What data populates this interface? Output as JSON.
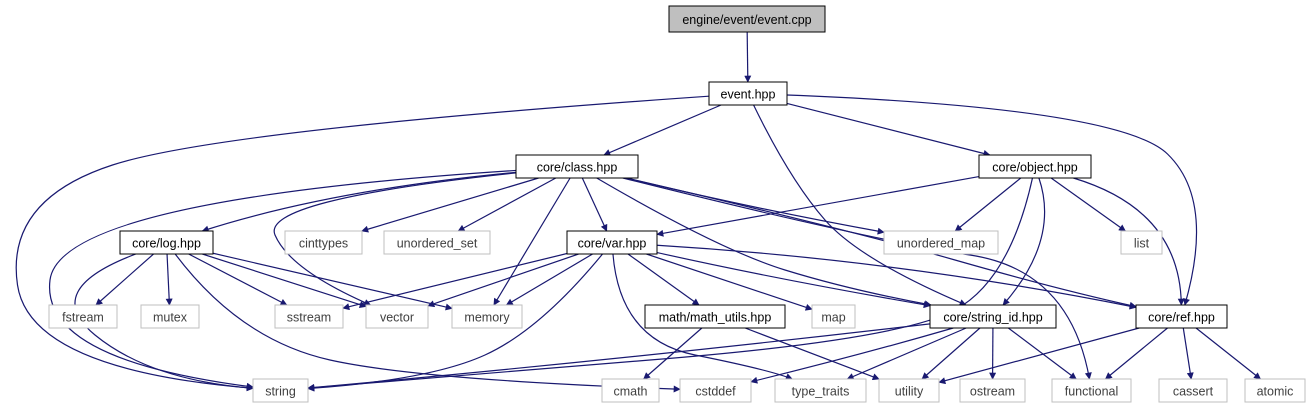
{
  "diagram": {
    "type": "include-dependency-graph",
    "colors": {
      "edge": "#191970",
      "root_fill": "#bfbfbf",
      "internal_border": "#000000",
      "external_border": "#bfbfbf",
      "external_text": "#404040"
    },
    "nodes": [
      {
        "id": "root",
        "label": "engine/event/event.cpp",
        "kind": "root"
      },
      {
        "id": "event_hpp",
        "label": "event.hpp",
        "kind": "internal"
      },
      {
        "id": "class_hpp",
        "label": "core/class.hpp",
        "kind": "internal"
      },
      {
        "id": "object_hpp",
        "label": "core/object.hpp",
        "kind": "internal"
      },
      {
        "id": "log_hpp",
        "label": "core/log.hpp",
        "kind": "internal"
      },
      {
        "id": "var_hpp",
        "label": "core/var.hpp",
        "kind": "internal"
      },
      {
        "id": "math_utils",
        "label": "math/math_utils.hpp",
        "kind": "internal"
      },
      {
        "id": "string_id",
        "label": "core/string_id.hpp",
        "kind": "internal"
      },
      {
        "id": "ref_hpp",
        "label": "core/ref.hpp",
        "kind": "internal"
      },
      {
        "id": "cinttypes",
        "label": "cinttypes",
        "kind": "external"
      },
      {
        "id": "unordered_set",
        "label": "unordered_set",
        "kind": "external"
      },
      {
        "id": "unordered_map",
        "label": "unordered_map",
        "kind": "external"
      },
      {
        "id": "list",
        "label": "list",
        "kind": "external"
      },
      {
        "id": "fstream",
        "label": "fstream",
        "kind": "external"
      },
      {
        "id": "mutex",
        "label": "mutex",
        "kind": "external"
      },
      {
        "id": "sstream",
        "label": "sstream",
        "kind": "external"
      },
      {
        "id": "vector",
        "label": "vector",
        "kind": "external"
      },
      {
        "id": "memory",
        "label": "memory",
        "kind": "external"
      },
      {
        "id": "map",
        "label": "map",
        "kind": "external"
      },
      {
        "id": "string",
        "label": "string",
        "kind": "external"
      },
      {
        "id": "cmath",
        "label": "cmath",
        "kind": "external"
      },
      {
        "id": "cstddef",
        "label": "cstddef",
        "kind": "external"
      },
      {
        "id": "type_traits",
        "label": "type_traits",
        "kind": "external"
      },
      {
        "id": "utility",
        "label": "utility",
        "kind": "external"
      },
      {
        "id": "ostream",
        "label": "ostream",
        "kind": "external"
      },
      {
        "id": "functional",
        "label": "functional",
        "kind": "external"
      },
      {
        "id": "cassert",
        "label": "cassert",
        "kind": "external"
      },
      {
        "id": "atomic",
        "label": "atomic",
        "kind": "external"
      }
    ],
    "edges": [
      [
        "root",
        "event_hpp"
      ],
      [
        "event_hpp",
        "class_hpp"
      ],
      [
        "event_hpp",
        "object_hpp"
      ],
      [
        "event_hpp",
        "string"
      ],
      [
        "event_hpp",
        "string_id"
      ],
      [
        "event_hpp",
        "ref_hpp"
      ],
      [
        "class_hpp",
        "log_hpp"
      ],
      [
        "class_hpp",
        "cinttypes"
      ],
      [
        "class_hpp",
        "unordered_set"
      ],
      [
        "class_hpp",
        "var_hpp"
      ],
      [
        "class_hpp",
        "unordered_map"
      ],
      [
        "class_hpp",
        "vector"
      ],
      [
        "class_hpp",
        "memory"
      ],
      [
        "class_hpp",
        "string_id"
      ],
      [
        "class_hpp",
        "ref_hpp"
      ],
      [
        "class_hpp",
        "functional"
      ],
      [
        "class_hpp",
        "string"
      ],
      [
        "object_hpp",
        "var_hpp"
      ],
      [
        "object_hpp",
        "unordered_map"
      ],
      [
        "object_hpp",
        "list"
      ],
      [
        "object_hpp",
        "string_id"
      ],
      [
        "object_hpp",
        "ref_hpp"
      ],
      [
        "object_hpp",
        "string"
      ],
      [
        "log_hpp",
        "fstream"
      ],
      [
        "log_hpp",
        "mutex"
      ],
      [
        "log_hpp",
        "sstream"
      ],
      [
        "log_hpp",
        "vector"
      ],
      [
        "log_hpp",
        "memory"
      ],
      [
        "log_hpp",
        "string"
      ],
      [
        "log_hpp",
        "cstddef"
      ],
      [
        "var_hpp",
        "sstream"
      ],
      [
        "var_hpp",
        "vector"
      ],
      [
        "var_hpp",
        "memory"
      ],
      [
        "var_hpp",
        "math_utils"
      ],
      [
        "var_hpp",
        "map"
      ],
      [
        "var_hpp",
        "string_id"
      ],
      [
        "var_hpp",
        "ref_hpp"
      ],
      [
        "var_hpp",
        "string"
      ],
      [
        "var_hpp",
        "type_traits"
      ],
      [
        "math_utils",
        "cmath"
      ],
      [
        "math_utils",
        "utility"
      ],
      [
        "string_id",
        "string"
      ],
      [
        "string_id",
        "cstddef"
      ],
      [
        "string_id",
        "type_traits"
      ],
      [
        "string_id",
        "utility"
      ],
      [
        "string_id",
        "ostream"
      ],
      [
        "string_id",
        "functional"
      ],
      [
        "ref_hpp",
        "utility"
      ],
      [
        "ref_hpp",
        "functional"
      ],
      [
        "ref_hpp",
        "cassert"
      ],
      [
        "ref_hpp",
        "atomic"
      ]
    ]
  }
}
